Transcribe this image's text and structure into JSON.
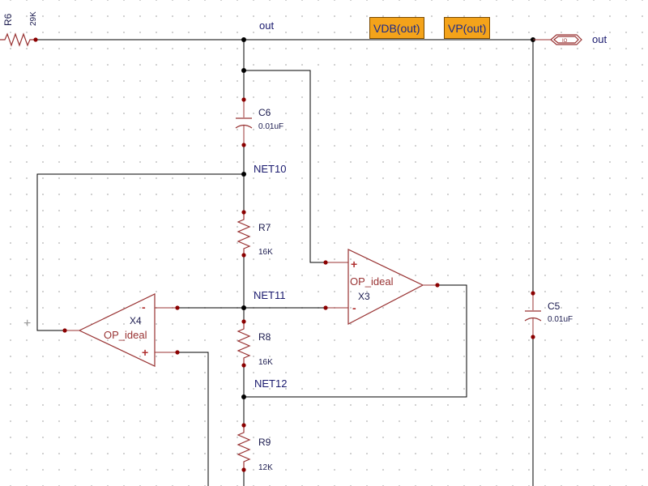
{
  "nets": {
    "out_top": "out",
    "out_port": "out",
    "net10": "NET10",
    "net11": "NET11",
    "net12": "NET12"
  },
  "markers": {
    "vdb": "VDB(out)",
    "vp": "VP(out)"
  },
  "offpage": {
    "symbol": "out-port-icon"
  },
  "components": {
    "R6": {
      "ref": "R6",
      "value": "29K"
    },
    "C6": {
      "ref": "C6",
      "value": "0.01uF"
    },
    "R7": {
      "ref": "R7",
      "value": "16K"
    },
    "R8": {
      "ref": "R8",
      "value": "16K"
    },
    "R9": {
      "ref": "R9",
      "value": "12K"
    },
    "C5": {
      "ref": "C5",
      "value": "0.01uF"
    },
    "X3": {
      "ref": "X3",
      "model": "OP_ideal",
      "plus": "+",
      "minus": "-"
    },
    "X4": {
      "ref": "X4",
      "model": "OP_ideal",
      "plus": "+",
      "minus": "-"
    }
  },
  "cursor": {
    "symbol": "+"
  },
  "colors": {
    "wire": "#000000",
    "component": "#993333",
    "net_label": "#1a1a6e",
    "marker_fill": "#f4a31a",
    "marker_text": "#1a2a8a"
  }
}
